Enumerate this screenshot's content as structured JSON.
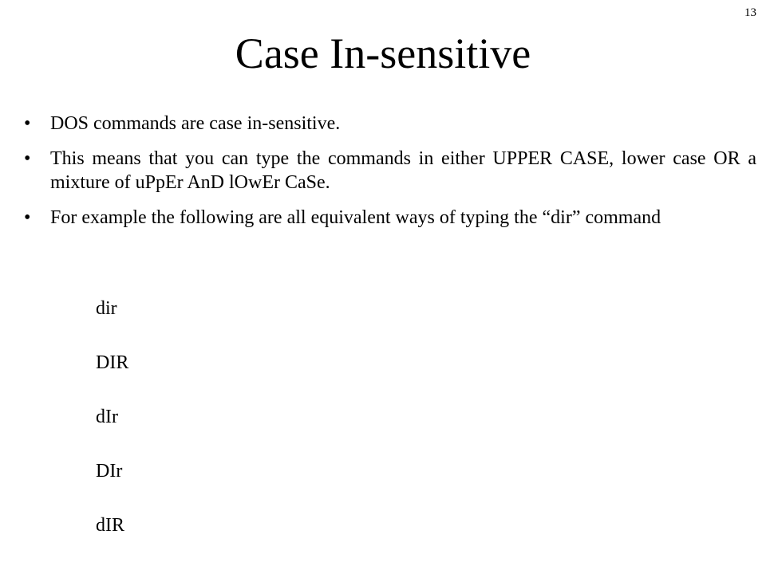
{
  "slide": {
    "number": "13",
    "title": "Case In-sensitive",
    "bullet_symbol": "•",
    "bullets": [
      {
        "text": "DOS commands are case in-sensitive."
      },
      {
        "text": "This means that you can type the commands in either UPPER CASE, lower case OR a mixture of uPpEr AnD lOwEr CaSe."
      },
      {
        "text": "For example the following are all equivalent ways of typing the “dir” command"
      }
    ],
    "examples": [
      "dir",
      "DIR",
      "dIr",
      "DIr",
      "dIR"
    ]
  }
}
